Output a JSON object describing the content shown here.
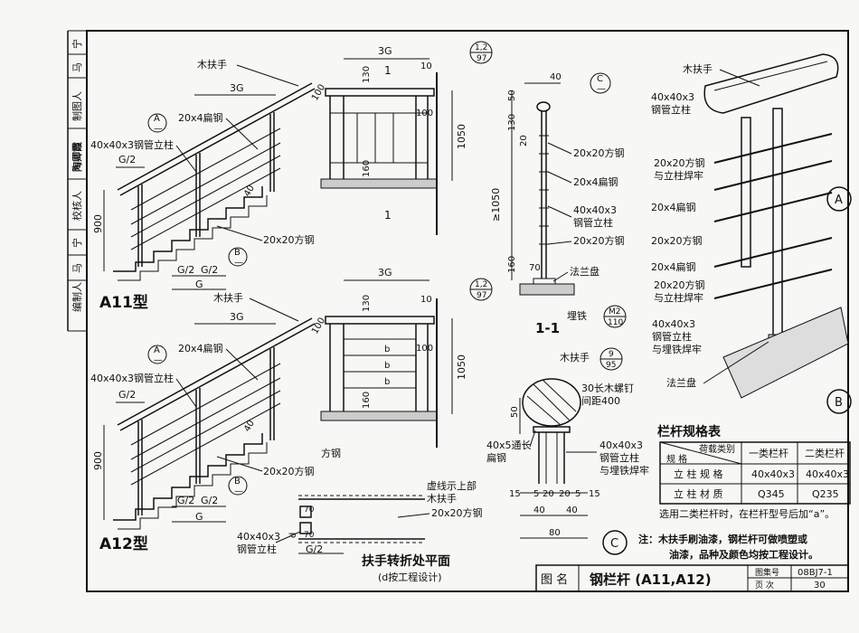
{
  "left_strip": [
    "编制人",
    "马",
    "宁",
    "校核人",
    "陶卿霞",
    "制图人",
    "马",
    "宁"
  ],
  "a11": {
    "title": "A11型",
    "labels": {
      "wood_handrail": "木扶手",
      "flat_steel": "20x4扁钢",
      "post": "40x40x3钢管立柱",
      "square_steel": "20x20方钢",
      "dim_3g": "3G",
      "dim_g2": "G/2",
      "dim_g": "G",
      "dim_900": "900",
      "dim_100": "100",
      "dim_40": "40"
    }
  },
  "a12": {
    "title": "A12型",
    "labels": {
      "wood_handrail": "木扶手",
      "flat_steel": "20x4扁钢",
      "post": "40x40x3钢管立柱",
      "square_steel": "20x20方钢",
      "square_steel2": "方钢",
      "dim_3g": "3G",
      "dim_g2": "G/2",
      "dim_g": "G",
      "dim_900": "900",
      "dim_100": "100",
      "dim_40": "40"
    }
  },
  "callouts": {
    "a": "A",
    "b": "B",
    "c": "C",
    "dash": "—"
  },
  "elev_top": {
    "dim_3g": "3G",
    "dim_130": "130",
    "dim_100": "100",
    "dim_160": "160",
    "dim_1050": "1050",
    "dim_10": "10",
    "sec_mark": "1",
    "ref": "1,2",
    "ref_sheet": "97"
  },
  "elev_bot": {
    "dim_3g": "3G",
    "dim_130": "130",
    "dim_100": "100",
    "dim_160": "160",
    "dim_1050": "1050",
    "dim_10": "10",
    "b": "b",
    "ref": "1,2",
    "ref_sheet": "97"
  },
  "section_11": {
    "title": "1-1",
    "dim_40": "40",
    "dim_50": "50",
    "dim_130": "130",
    "dim_20": "20",
    "dim_1050": "≥1050",
    "dim_160": "160",
    "dim_70": "70",
    "labels": [
      "20x20方钢",
      "20x4扁钢",
      "40x40x3",
      "钢管立柱",
      "20x20方钢"
    ],
    "flange": "法兰盘",
    "embed": "埋铁",
    "m2": "M2",
    "m2_sheet": "110"
  },
  "detail_c": {
    "handrail": "木扶手",
    "ref": "9",
    "ref_sheet": "95",
    "screw1": "30长木螺钉",
    "screw2": "间距400",
    "dim_50": "50",
    "flat1": "40x5通长",
    "flat2": "扁钢",
    "post1": "40x40x3",
    "post2": "钢管立柱",
    "post3": "与埋铁焊牢",
    "dims_row": [
      "15",
      "5",
      "20",
      "20",
      "5",
      "15"
    ],
    "dim_40a": "40",
    "dim_40b": "40",
    "dim_80": "80"
  },
  "plan": {
    "title": "扶手转折处平面",
    "subtitle": "(d按工程设计)",
    "note1": "虚线示上部",
    "note2": "木扶手",
    "square": "20x20方钢",
    "post1": "40x40x3",
    "post2": "钢管立柱",
    "dim_70a": "70",
    "dim_70b": "70",
    "dim_d": "d",
    "dim_g2": "G/2"
  },
  "iso": {
    "handrail": "木扶手",
    "post": [
      "40x40x3",
      "钢管立柱"
    ],
    "sq_weld": [
      "20x20方钢",
      "与立柱焊牢"
    ],
    "flat": "20x4扁钢",
    "sq": "20x20方钢",
    "flat2": "20x4扁钢",
    "sq_weld2": [
      "20x20方钢",
      "与立柱焊牢"
    ],
    "post_embed": [
      "40x40x3",
      "钢管立柱",
      "与埋铁焊牢"
    ],
    "flange": "法兰盘"
  },
  "spec_table": {
    "title": "栏杆规格表",
    "corner_top": "荷载类别",
    "corner_bottom": "规 格",
    "columns": [
      "一类栏杆",
      "二类栏杆"
    ],
    "rows": [
      {
        "name": "立 柱 规 格",
        "values": [
          "40x40x3",
          "40x40x3"
        ]
      },
      {
        "name": "立 柱 材 质",
        "values": [
          "Q345",
          "Q235"
        ]
      }
    ],
    "footnote": "选用二类栏杆时，在栏杆型号后加“a”。"
  },
  "note": {
    "line1": "注：木扶手刷油漆，钢栏杆可做喷塑或",
    "line2": "油漆，品种及颜色均按工程设计。"
  },
  "title_block": {
    "label_name": "图 名",
    "drawing_title": "钢栏杆 (A11,A12)",
    "atlas_label": "图集号",
    "atlas_no": "08BJ7-1",
    "page_label": "页 次",
    "page_no": "30"
  }
}
